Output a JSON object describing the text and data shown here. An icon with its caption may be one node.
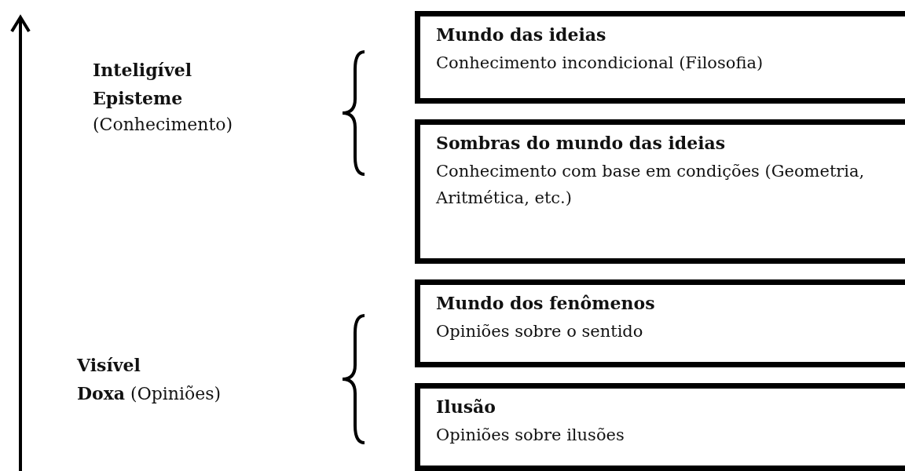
{
  "diagram": {
    "nodes": [
      {
        "text": [
          "Mundo das ideias",
          "Conhecimento incondicional (Filosofia)"
        ]
      },
      {
        "text": [
          "Sombras do mundo das ideias",
          "Conhecimento com base em condições (Geometria, Aritmética, etc.)"
        ]
      },
      {
        "text": [
          "Mundo dos fenômenos",
          "Opiniões sobre o sentido"
        ]
      },
      {
        "text": [
          "Ilusão",
          "Opiniões sobre ilusões"
        ]
      }
    ],
    "labels": [
      "Inteligível",
      "Episteme",
      "(Conhecimento)",
      "Visível",
      "**Doxa** (Opiniões)"
    ]
  }
}
